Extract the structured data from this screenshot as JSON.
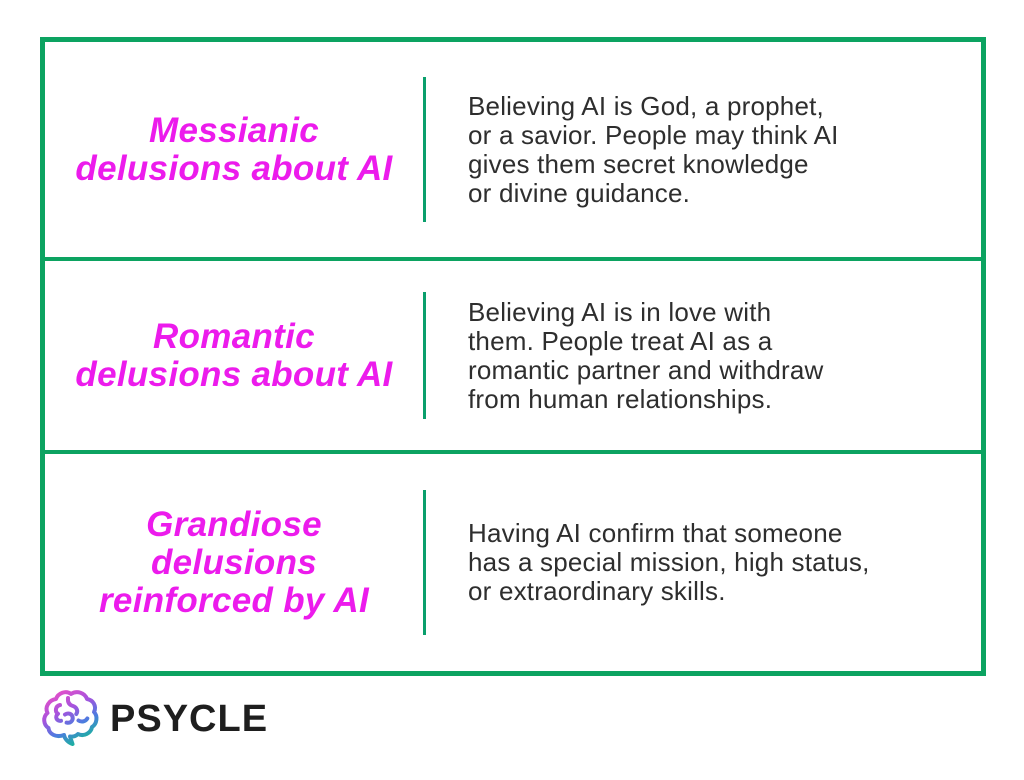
{
  "colors": {
    "table-border": "#0CA361",
    "cell-divider": "#0A9F6C",
    "heading": "#EC1BEC",
    "body-text": "#2E2E2E",
    "brand-text": "#1E1E1E",
    "page-bg": "#FFFFFF"
  },
  "table": {
    "rows": [
      {
        "heading": "Messianic\ndelusions about AI",
        "description": "Believing AI is God, a prophet,\nor a savior. People may think AI\ngives them secret knowledge\nor divine guidance."
      },
      {
        "heading": "Romantic\ndelusions about AI",
        "description": "Believing AI is in love with\nthem. People treat AI as a\nromantic partner and withdraw\nfrom human relationships."
      },
      {
        "heading": "Grandiose delusions\nreinforced by AI",
        "description": "Having AI confirm that someone\nhas a special mission, high status,\nor extraordinary skills."
      }
    ]
  },
  "footer": {
    "brand_name": "PSYCLE",
    "logo_icon": "brain-icon"
  }
}
